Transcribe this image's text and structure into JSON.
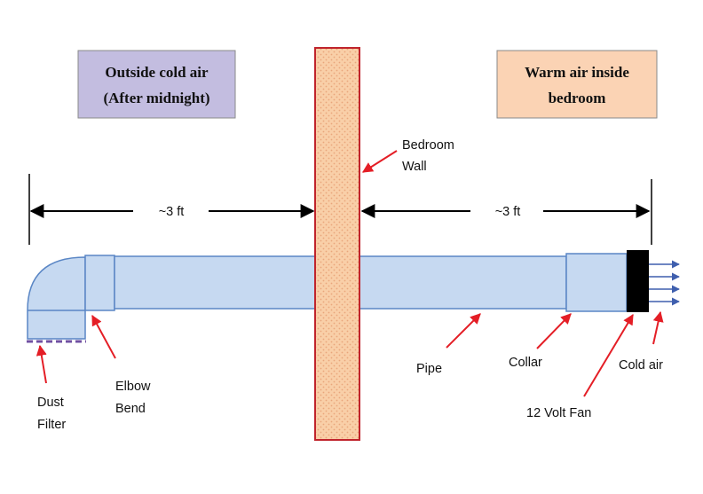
{
  "boxes": {
    "outside": {
      "line1": "Outside cold air",
      "line2": "(After midnight)",
      "fill": "#c3bde0"
    },
    "inside": {
      "line1": "Warm air inside",
      "line2": "bedroom",
      "fill": "#fbd3b4"
    }
  },
  "dimensions": {
    "left": "~3 ft",
    "right": "~3 ft"
  },
  "labels": {
    "wall_line1": "Bedroom",
    "wall_line2": "Wall",
    "dust_line1": "Dust",
    "dust_line2": "Filter",
    "elbow_line1": "Elbow",
    "elbow_line2": "Bend",
    "pipe": "Pipe",
    "collar": "Collar",
    "fan": "12 Volt Fan",
    "cold_air": "Cold air"
  },
  "colors": {
    "pipe_fill": "#c6d9f1",
    "pipe_stroke": "#5a86c5",
    "wall_fill": "#f9cfa8",
    "wall_stroke": "#c0242c",
    "arrow_red": "#e41e26",
    "air_arrow": "#3f5fae",
    "fan": "#000000",
    "filter": "#7051a3"
  }
}
